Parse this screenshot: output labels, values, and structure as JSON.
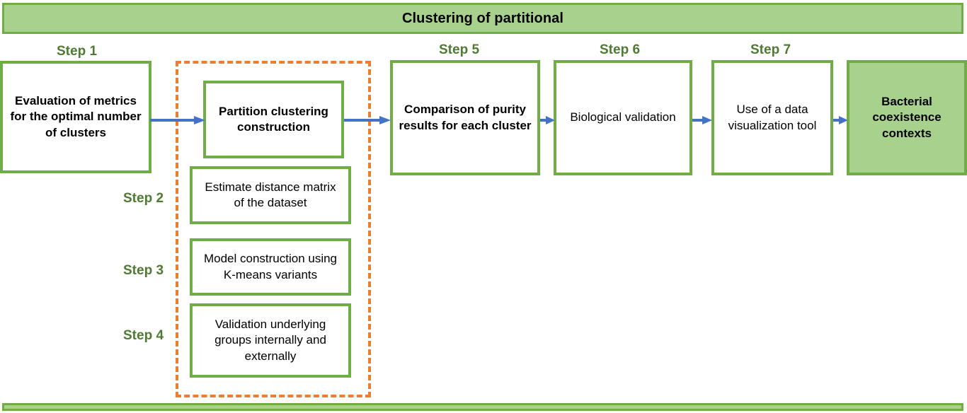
{
  "header": {
    "title": "Clustering of partitional"
  },
  "steps": [
    {
      "id": "step1",
      "label": "Step 1"
    },
    {
      "id": "step2",
      "label": "Step 2"
    },
    {
      "id": "step3",
      "label": "Step 3"
    },
    {
      "id": "step4",
      "label": "Step 4"
    },
    {
      "id": "step5",
      "label": "Step 5"
    },
    {
      "id": "step6",
      "label": "Step 6"
    },
    {
      "id": "step7",
      "label": "Step 7"
    }
  ],
  "boxes": {
    "evaluation_metrics": "Evaluation of metrics for the optimal number of clusters",
    "partition_clustering": "Partition clustering construction",
    "estimate_distance": "Estimate distance matrix of the dataset",
    "model_construction": "Model construction using K-means variants",
    "validation_groups": "Validation underlying groups internally and externally",
    "comparison_purity": "Comparison of purity results for each cluster",
    "biological_validation": "Biological validation",
    "visualization_tool": "Use of a data visualization tool",
    "bacterial_contexts": "Bacterial coexistence contexts"
  },
  "colors": {
    "green_border": "#70AD47",
    "green_fill": "#A9D18E",
    "step_label_green": "#4E7A32",
    "orange_dash": "#ED7D31",
    "arrow_blue": "#4472C4",
    "background": "#FFFFFF",
    "text": "#000000"
  },
  "arrows": [
    {
      "id": "arrow-step1-to-step2",
      "from": "evaluation_metrics",
      "to": "partition_clustering"
    },
    {
      "id": "arrow-step2-to-step5",
      "from": "partition_clustering",
      "to": "comparison_purity"
    },
    {
      "id": "arrow-step5-to-step6",
      "from": "comparison_purity",
      "to": "biological_validation"
    },
    {
      "id": "arrow-step6-to-step7",
      "from": "biological_validation",
      "to": "visualization_tool"
    },
    {
      "id": "arrow-step7-to-outcome",
      "from": "visualization_tool",
      "to": "bacterial_contexts"
    }
  ]
}
